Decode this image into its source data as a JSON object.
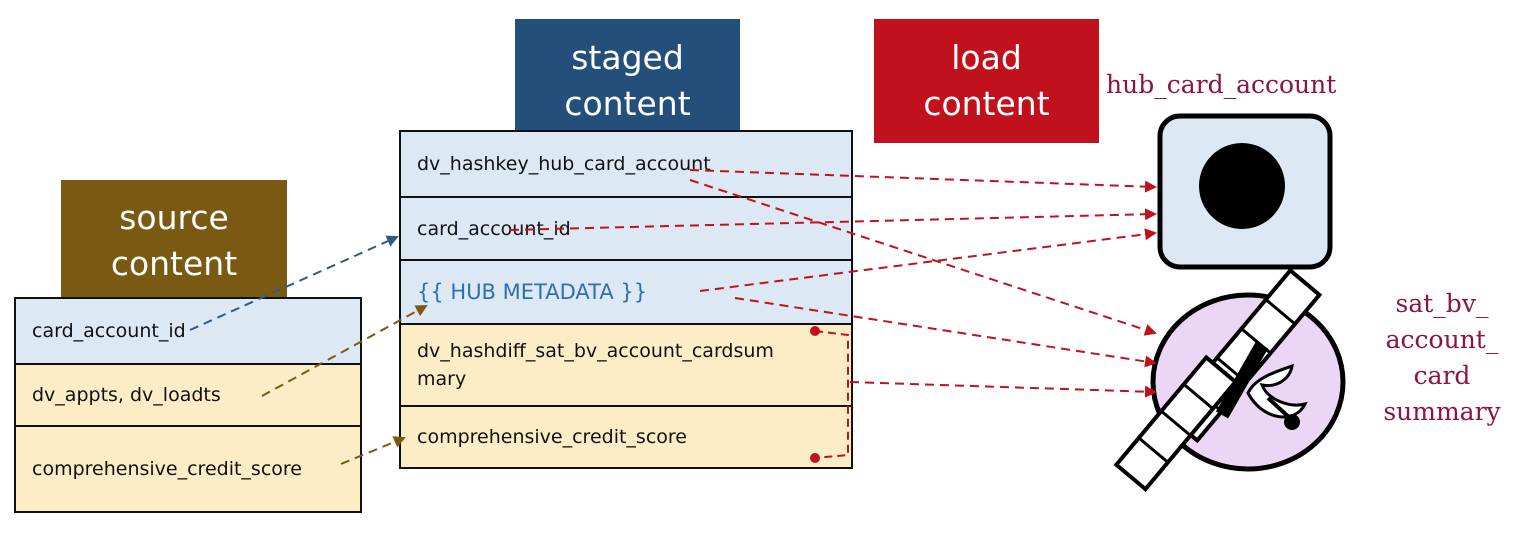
{
  "badges": {
    "source": [
      "source",
      "content"
    ],
    "staged": [
      "staged",
      "content"
    ],
    "load": [
      "load",
      "content"
    ]
  },
  "source_table": {
    "rows": [
      "card_account_id",
      "dv_appts, dv_loadts",
      "comprehensive_credit_score"
    ]
  },
  "staged_table": {
    "rows": [
      "dv_hashkey_hub_card_account",
      "card_account_id",
      "{{ HUB METADATA }}",
      "dv_hashdiff_sat_bv_account_cardsum",
      "mary",
      "comprehensive_credit_score"
    ]
  },
  "targets": {
    "hub": "hub_card_account",
    "sat": [
      "sat_bv_",
      "account_",
      "card",
      "summary"
    ]
  },
  "colors": {
    "source": "#7a5a12",
    "staged": "#234f7a",
    "load": "#c0111d",
    "arrow_red": "#c0111d",
    "arrow_blue": "#2f5b84",
    "arrow_olive": "#7a5a12",
    "hub_fill": "#dde8f5",
    "sat_fill": "#ecd6f5",
    "target_label": "#8a1447"
  },
  "icons": {
    "hub": "hub-icon",
    "sat": "satellite-icon"
  }
}
